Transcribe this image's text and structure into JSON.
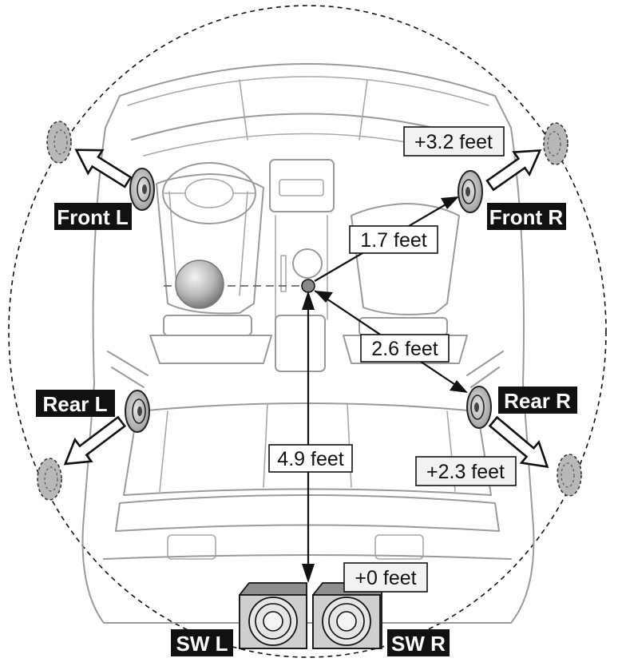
{
  "speakers": {
    "front_left": "Front L",
    "front_right": "Front R",
    "rear_left": "Rear L",
    "rear_right": "Rear R",
    "subwoofer_left": "SW L",
    "subwoofer_right": "SW R"
  },
  "distances": {
    "front_right": "1.7 feet",
    "rear_right": "2.6 feet",
    "subwoofer": "4.9 feet"
  },
  "offsets": {
    "front_right": "+3.2 feet",
    "rear_right": "+2.3 feet",
    "subwoofer": "+0 feet"
  },
  "colors": {
    "label_background": "#111111",
    "label_text": "#ffffff",
    "car_outline": "#9a9a9a",
    "speaker_fill": "#bdbdbd"
  }
}
